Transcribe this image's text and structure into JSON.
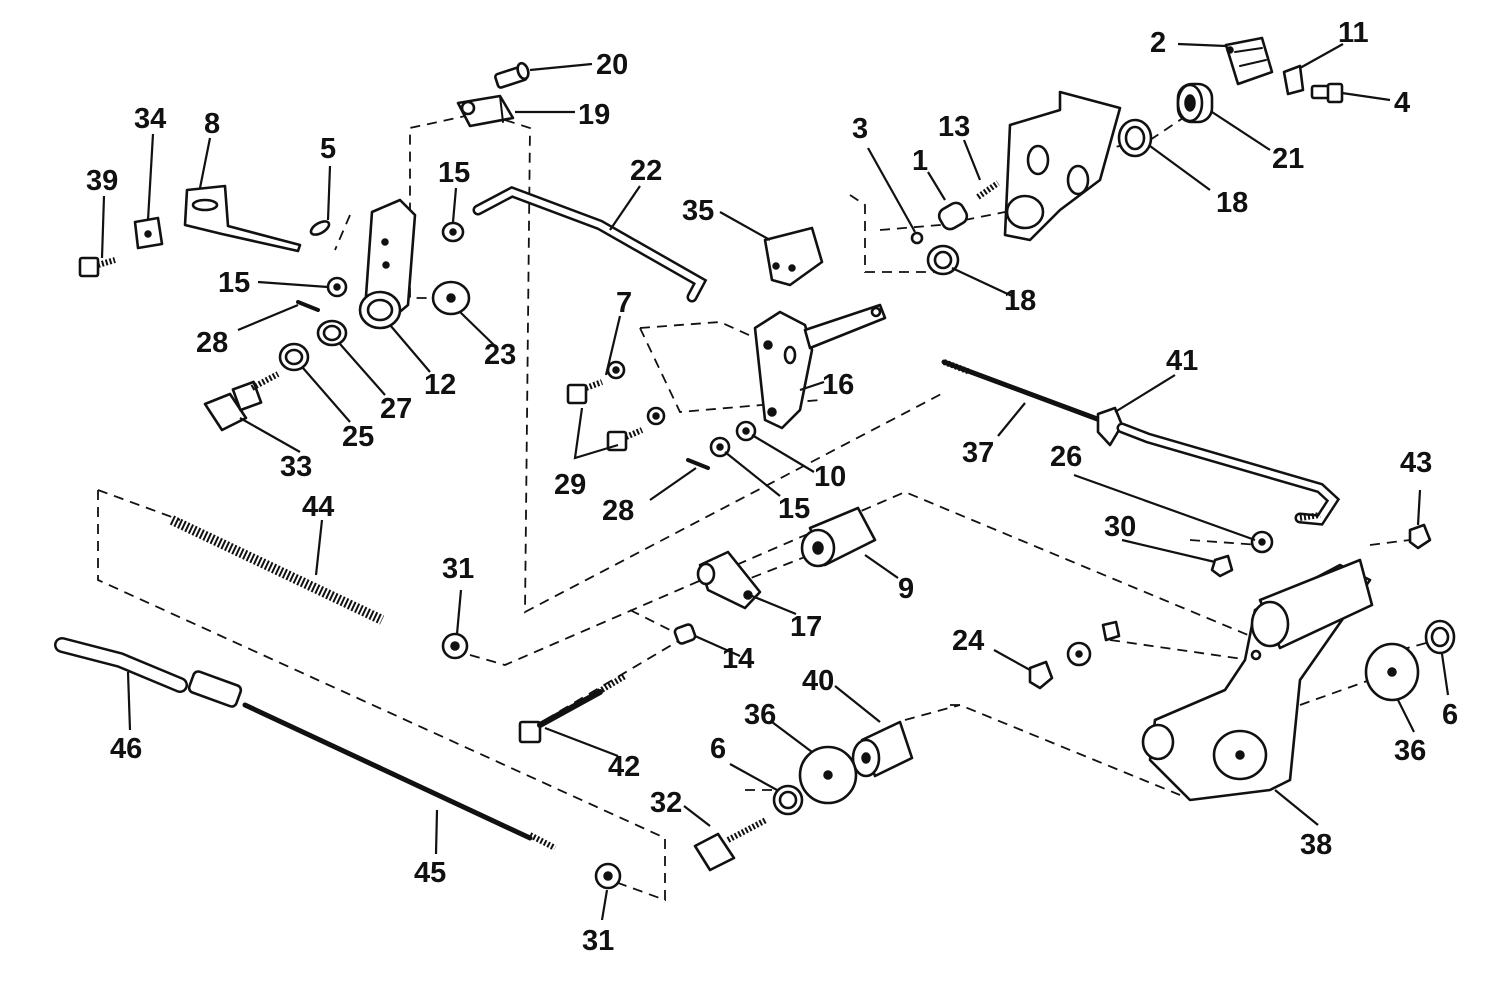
{
  "diagram": {
    "callouts": [
      {
        "n": "20"
      },
      {
        "n": "19"
      },
      {
        "n": "2"
      },
      {
        "n": "11"
      },
      {
        "n": "4"
      },
      {
        "n": "21"
      },
      {
        "n": "18"
      },
      {
        "n": "13"
      },
      {
        "n": "3"
      },
      {
        "n": "1"
      },
      {
        "n": "35"
      },
      {
        "n": "22"
      },
      {
        "n": "15"
      },
      {
        "n": "5"
      },
      {
        "n": "8"
      },
      {
        "n": "34"
      },
      {
        "n": "39"
      },
      {
        "n": "15"
      },
      {
        "n": "28"
      },
      {
        "n": "12"
      },
      {
        "n": "23"
      },
      {
        "n": "27"
      },
      {
        "n": "25"
      },
      {
        "n": "33"
      },
      {
        "n": "18"
      },
      {
        "n": "7"
      },
      {
        "n": "16"
      },
      {
        "n": "29"
      },
      {
        "n": "10"
      },
      {
        "n": "28"
      },
      {
        "n": "15"
      },
      {
        "n": "41"
      },
      {
        "n": "37"
      },
      {
        "n": "26"
      },
      {
        "n": "43"
      },
      {
        "n": "30"
      },
      {
        "n": "44"
      },
      {
        "n": "31"
      },
      {
        "n": "9"
      },
      {
        "n": "17"
      },
      {
        "n": "14"
      },
      {
        "n": "24"
      },
      {
        "n": "46"
      },
      {
        "n": "42"
      },
      {
        "n": "40"
      },
      {
        "n": "36"
      },
      {
        "n": "6"
      },
      {
        "n": "32"
      },
      {
        "n": "45"
      },
      {
        "n": "31"
      },
      {
        "n": "38"
      },
      {
        "n": "36"
      },
      {
        "n": "6"
      }
    ]
  }
}
